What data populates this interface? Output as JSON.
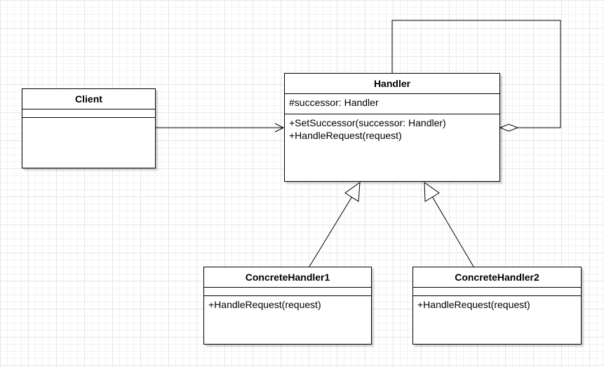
{
  "diagram": {
    "classes": {
      "handler": {
        "name": "Handler",
        "attributes": [
          "#successor: Handler"
        ],
        "operations": [
          "+SetSuccessor(successor: Handler)",
          "+HandleRequest(request)"
        ]
      },
      "client": {
        "name": "Client",
        "attributes": [],
        "operations": []
      },
      "concrete1": {
        "name": "ConcreteHandler1",
        "attributes": [],
        "operations": [
          "+HandleRequest(request)"
        ]
      },
      "concrete2": {
        "name": "ConcreteHandler2",
        "attributes": [],
        "operations": [
          "+HandleRequest(request)"
        ]
      }
    },
    "relations": [
      {
        "type": "association",
        "from": "Client",
        "to": "Handler"
      },
      {
        "type": "aggregation",
        "from": "Handler",
        "to": "Handler"
      },
      {
        "type": "generalization",
        "from": "ConcreteHandler1",
        "to": "Handler"
      },
      {
        "type": "generalization",
        "from": "ConcreteHandler2",
        "to": "Handler"
      }
    ],
    "colors": {
      "line": "#000000",
      "box_fill": "#ffffff",
      "grid": "#e6e6e6"
    }
  }
}
